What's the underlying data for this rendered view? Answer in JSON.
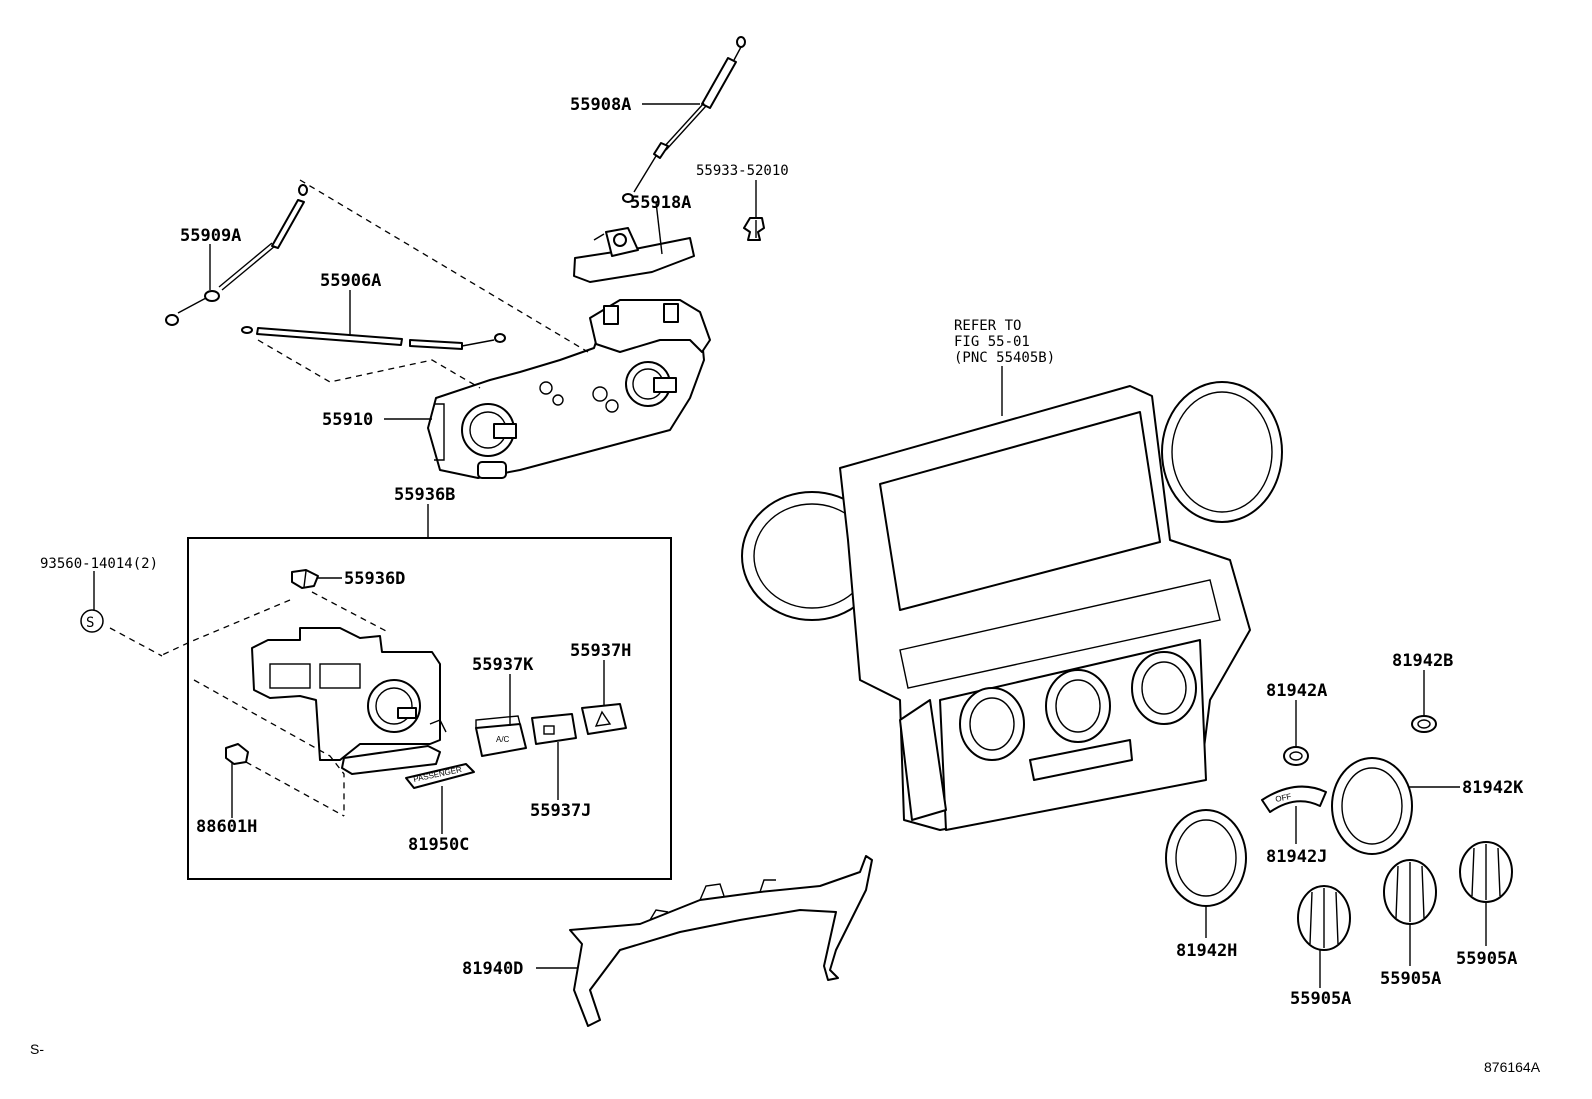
{
  "labels": {
    "p55908A": "55908A",
    "p55933": "55933-52010",
    "p55918A": "55918A",
    "p55909A": "55909A",
    "p55906A": "55906A",
    "p55910": "55910",
    "p55936B": "55936B",
    "p93560": "93560-14014(2)",
    "p55936D": "55936D",
    "p55937K": "55937K",
    "p55937H": "55937H",
    "p55937J": "55937J",
    "p88601H": "88601H",
    "p81950C": "81950C",
    "p81940D": "81940D",
    "p81942A": "81942A",
    "p81942B": "81942B",
    "p81942K": "81942K",
    "p81942J": "81942J",
    "p81942H": "81942H",
    "p55905A_1": "55905A",
    "p55905A_2": "55905A",
    "p55905A_3": "55905A"
  },
  "reference": {
    "line1": "REFER TO",
    "line2": "FIG 55-01",
    "line3": "(PNC 55405B)"
  },
  "symbols": {
    "screw_mark": "S"
  },
  "switch_text": {
    "ac": "A/C",
    "passenger": "PASSENGER",
    "dial_off": "OFF"
  },
  "footer": {
    "legend_mark": "S-",
    "diagram_number": "876164A"
  }
}
